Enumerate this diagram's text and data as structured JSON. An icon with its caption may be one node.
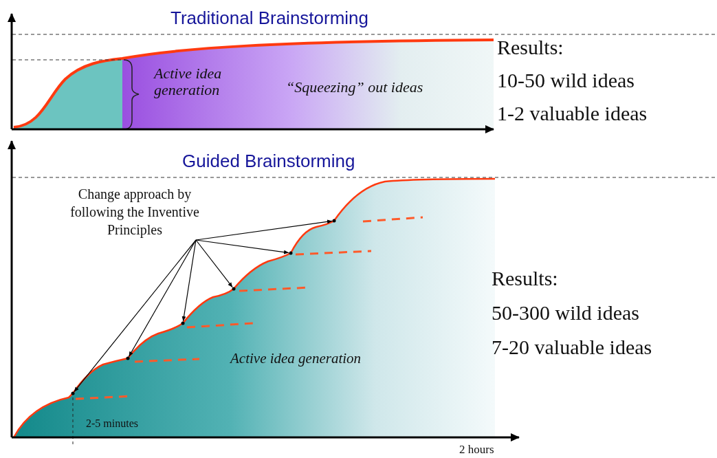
{
  "diagram": {
    "nodes": [
      {
        "text": [
          "Change approach by following the Inventive Principles"
        ]
      },
      {
        "text": [],
        "shape": "circle"
      },
      {
        "text": [],
        "shape": "circle"
      },
      {
        "text": [],
        "shape": "circle"
      },
      {
        "text": [],
        "shape": "circle"
      },
      {
        "text": [],
        "shape": "circle"
      },
      {
        "text": [],
        "shape": "circle"
      }
    ],
    "edges": [
      {
        "from": 0,
        "to": 1,
        "arrow": "to"
      },
      {
        "from": 0,
        "to": 2,
        "arrow": "to"
      },
      {
        "from": 0,
        "to": 3,
        "arrow": "to"
      },
      {
        "from": 0,
        "to": 4,
        "arrow": "to"
      },
      {
        "from": 0,
        "to": 5,
        "arrow": "to"
      },
      {
        "from": 0,
        "to": 6,
        "arrow": "to"
      }
    ],
    "labels": [
      "Traditional Brainstorming",
      "Active idea generation",
      "“Squeezing” out ideas",
      "Results:",
      "10-50 wild ideas",
      "1-2 valuable ideas",
      "Guided Brainstorming",
      "Results:",
      "50-300 wild ideas",
      "7-20 valuable ideas",
      "Active idea generation",
      "2-5 minutes",
      "2 hours"
    ]
  }
}
